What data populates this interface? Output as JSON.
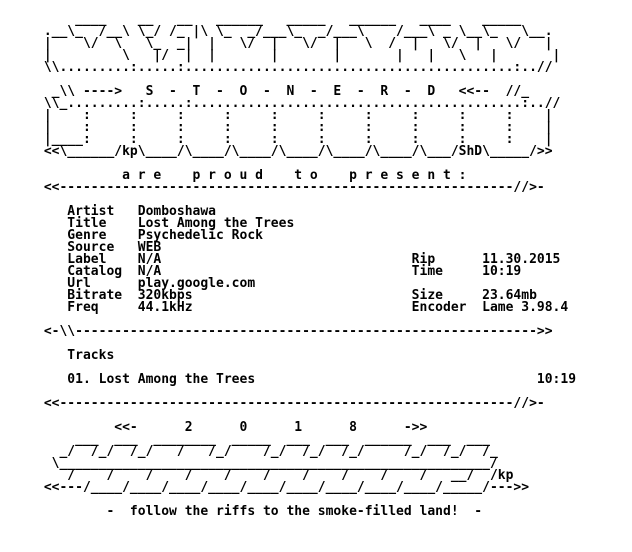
{
  "window": {
    "background": "#ffffff",
    "text_color": "#000000"
  },
  "nfo": {
    "lines": [
      "     ____    __   __   ______   _____   ______   ____    _____",
      " .__\\_  /__\\ \\_/ /_ |\\ \\_  _/___\\_  _/___\\    /___\\ _ \\__\\_   \\__.",
      " |    \\/  \\   \\_  _|  |   \\/  |   \\/  |   \\  /  |   \\/  |   \\/   |",
      " |         \\   |/  |  |       |       |       |   |   \\   |       |",
      " \\\\.........:.....:..........................................:..//",
      "",
      "  _\\\\ ---->   S  -  T  -  O  -  N  -  E  -  R  -  D   <<--  //_",
      " \\\\_.........:.....:..........................................:..//",
      " |    :     :     :     :     :     :     :     :     :     :    |",
      " |    :     :     :     :     :     :     :     :     :     :    |",
      " |____:     :     :     :     :     :     :     :     :     :    |",
      " <<\\______/kp\\____/\\____/\\____/\\____/\\____/\\____/\\___/ShD\\_____/>>",
      "",
      "           a r e    p r o u d    t o    p r e s e n t :",
      " <<----------------------------------------------------------//>-",
      "",
      "    Artist   Domboshawa",
      "    Title    Lost Among the Trees",
      "    Genre    Psychedelic Rock",
      "    Source   WEB",
      "    Label    N/A                                Rip      11.30.2015",
      "    Catalog  N/A                                Time     10:19",
      "    Url      play.google.com",
      "    Bitrate  320kbps                            Size     23.64mb",
      "    Freq     44.1kHz                            Encoder  Lame 3.98.4",
      "",
      " <-\\\\----------------------------------------------------------->>",
      "",
      "    Tracks",
      "",
      "    01. Lost Among the Trees                                    10:19",
      "",
      " <<----------------------------------------------------------//>-",
      "",
      "          <<-      2      0      1      8      ->>",
      "     ___  ___  ________  _____  ___  ___  ______  ___  ___",
      "   _/  /_/  /_/   /   /_/    /_/  /_/  /_/     /_/  /_/  /_",
      "  \\_______________________________________________________/",
      "    /    /    /    /    /    /    /    /    /    /   __/  /kp",
      " <<---/____/____/____/____/____/____/____/____/____/_____/--->>",
      "",
      "         -  follow the riffs to the smoke-filled land!  -"
    ]
  }
}
